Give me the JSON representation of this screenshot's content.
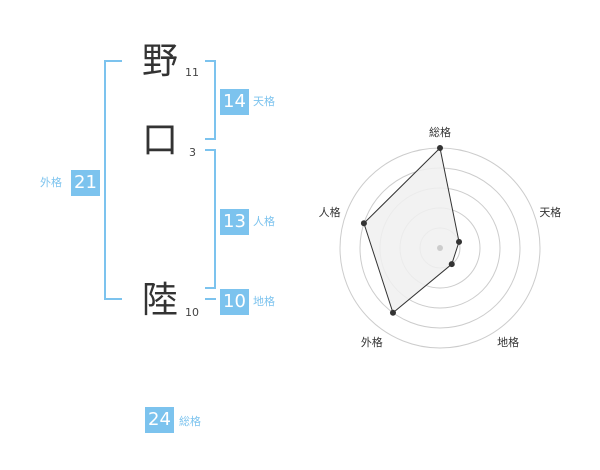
{
  "name_chars": [
    {
      "char": "野",
      "strokes": "11"
    },
    {
      "char": "口",
      "strokes": "3"
    },
    {
      "char": "陸",
      "strokes": "10"
    }
  ],
  "badges": {
    "tenkaku": {
      "value": "14",
      "label": "天格"
    },
    "jinkaku": {
      "value": "13",
      "label": "人格"
    },
    "chikaku": {
      "value": "10",
      "label": "地格"
    },
    "gaikaku": {
      "value": "21",
      "label": "外格"
    },
    "soukaku": {
      "value": "24",
      "label": "総格"
    }
  },
  "colors": {
    "accent": "#7cc3ee",
    "grid": "#cccccc",
    "fill": "#f0f0f0"
  },
  "chart_data": {
    "type": "radar",
    "axes": [
      "総格",
      "天格",
      "地格",
      "外格",
      "人格"
    ],
    "levels": 5,
    "values": [
      5,
      1,
      1,
      4,
      4
    ]
  }
}
